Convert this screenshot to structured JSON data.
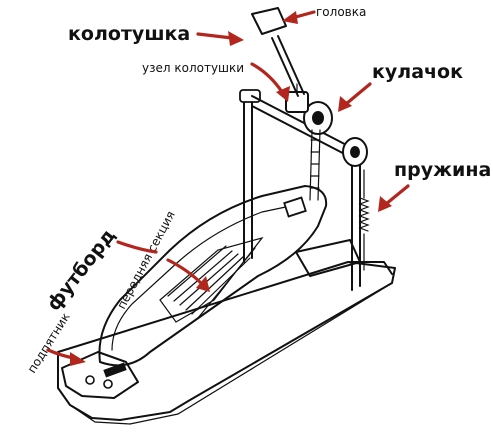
{
  "labels": {
    "kolotushka": "колотушка",
    "golovka": "головка",
    "uzel": "узел колотушки",
    "kulachok": "кулачок",
    "pruzhina": "пружина",
    "futbord": "футборд",
    "perednyaya": "передняя секция",
    "podpyatnik": "подпятник"
  },
  "colors": {
    "arrow": "#b3261e",
    "line": "#111111"
  }
}
